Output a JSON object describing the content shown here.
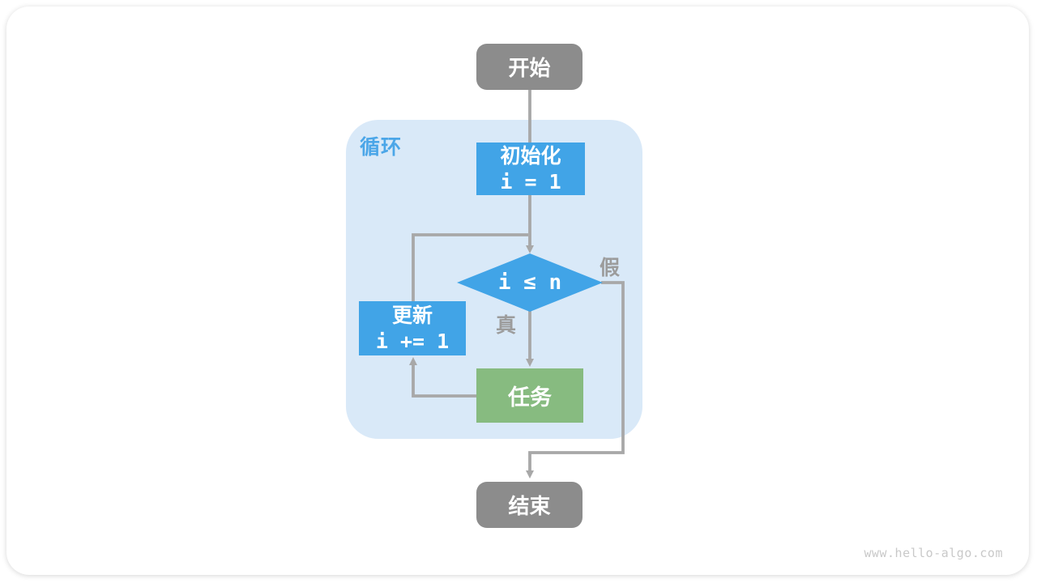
{
  "page": {
    "watermark": "www.hello-algo.com"
  },
  "colors": {
    "node_blue": "#41a4e7",
    "node_green": "#87bb80",
    "node_gray": "#8c8c8c",
    "loop_container_bg": "#d9e9f8",
    "loop_label_blue": "#4ba6e8",
    "connector_gray": "#a8a8a8",
    "edge_label_gray": "#9c9c9c",
    "watermark_gray": "#c9c9c9"
  },
  "flowchart": {
    "loop_label": "循环",
    "nodes": {
      "start": {
        "label": "开始"
      },
      "init": {
        "label": "初始化",
        "code": "i = 1"
      },
      "decision": {
        "label": "i ≤ n"
      },
      "task": {
        "label": "任务"
      },
      "update": {
        "label": "更新",
        "code": "i += 1"
      },
      "end": {
        "label": "结束"
      }
    },
    "edge_labels": {
      "true_branch": "真",
      "false_branch": "假"
    }
  }
}
